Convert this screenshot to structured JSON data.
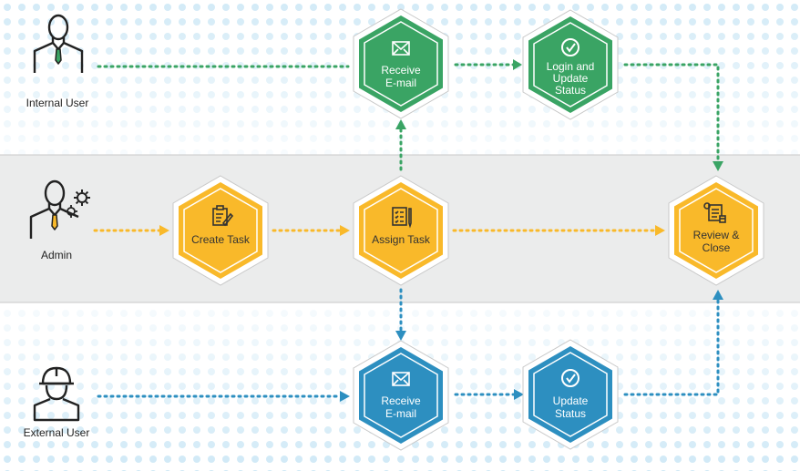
{
  "lanes": {
    "internal": {
      "label": "Internal User"
    },
    "admin": {
      "label": "Admin"
    },
    "external": {
      "label": "External User"
    }
  },
  "nodes": {
    "create_task": {
      "lines": [
        "Create Task"
      ],
      "icon": "clipboard-edit-icon"
    },
    "assign_task": {
      "lines": [
        "Assign Task"
      ],
      "icon": "checklist-icon"
    },
    "review_close": {
      "lines": [
        "Review &",
        "Close"
      ],
      "icon": "document-review-icon"
    },
    "internal_receive": {
      "lines": [
        "Receive",
        "E-mail"
      ],
      "icon": "envelope-icon"
    },
    "internal_login": {
      "lines": [
        "Login and",
        "Update",
        "Status"
      ],
      "icon": "check-circle-icon"
    },
    "external_receive": {
      "lines": [
        "Receive",
        "E-mail"
      ],
      "icon": "envelope-icon"
    },
    "external_update": {
      "lines": [
        "Update",
        "Status"
      ],
      "icon": "check-circle-icon"
    }
  },
  "colors": {
    "green": "#3aa464",
    "yellow": "#f9b92a",
    "blue": "#2d8fc0",
    "band": "#eceded",
    "dots": "#c9e6f5"
  }
}
